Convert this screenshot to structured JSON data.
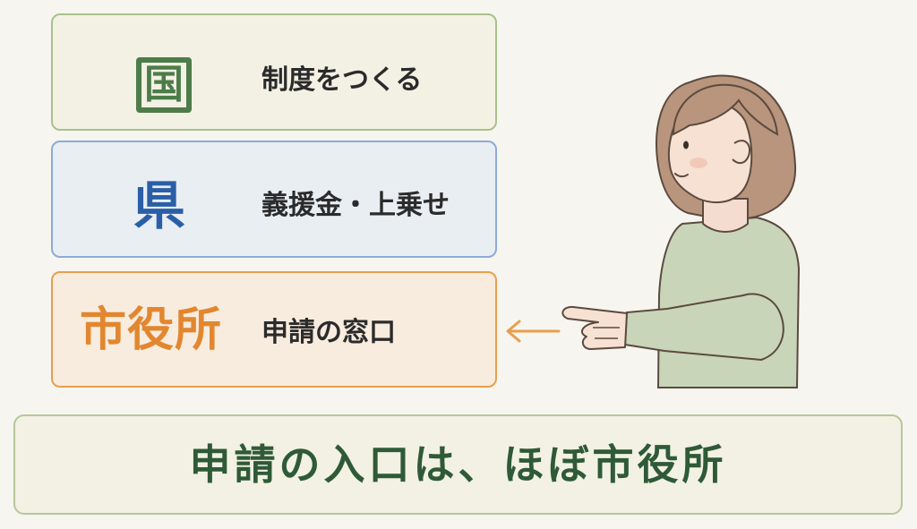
{
  "levels": [
    {
      "title": "国",
      "description": "制度をつくる"
    },
    {
      "title": "県",
      "description": "義援金・上乗せ"
    },
    {
      "title": "市役所",
      "description": "申請の窓口"
    }
  ],
  "summary": "申請の入口は、ほぼ市役所",
  "colors": {
    "national": "#4d7c49",
    "prefecture": "#2a5fa8",
    "city": "#e2872f",
    "summary": "#2f5a37"
  },
  "icons": [
    "pointing-woman-illustration",
    "arrow-left-icon"
  ]
}
